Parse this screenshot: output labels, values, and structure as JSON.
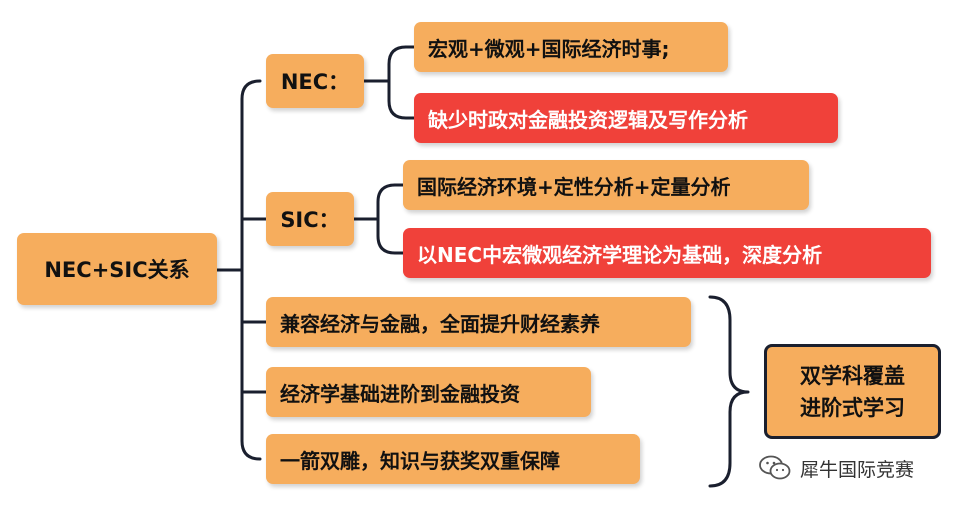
{
  "root": {
    "label": "NEC+SIC关系"
  },
  "nec": {
    "label": "NEC：",
    "items": [
      {
        "label": "宏观+微观+国际经济时事;",
        "style": "orange"
      },
      {
        "label": "缺少时政对金融投资逻辑及写作分析",
        "style": "red"
      }
    ]
  },
  "sic": {
    "label": "SIC：",
    "items": [
      {
        "label": "国际经济环境+定性分析+定量分析",
        "style": "orange"
      },
      {
        "label": "以NEC中宏微观经济学理论为基础，深度分析",
        "style": "red"
      }
    ]
  },
  "benefits": [
    {
      "label": "兼容经济与金融，全面提升财经素养"
    },
    {
      "label": "经济学基础进阶到金融投资"
    },
    {
      "label": "一箭双雕，知识与获奖双重保障"
    }
  ],
  "summary": {
    "line1": "双学科覆盖",
    "line2": "进阶式学习"
  },
  "watermark": {
    "text": "犀牛国际竞赛",
    "icon": "wechat-icon"
  },
  "colors": {
    "orange": "#f6ad5d",
    "red": "#f0413a",
    "line": "#1a1f2e"
  }
}
